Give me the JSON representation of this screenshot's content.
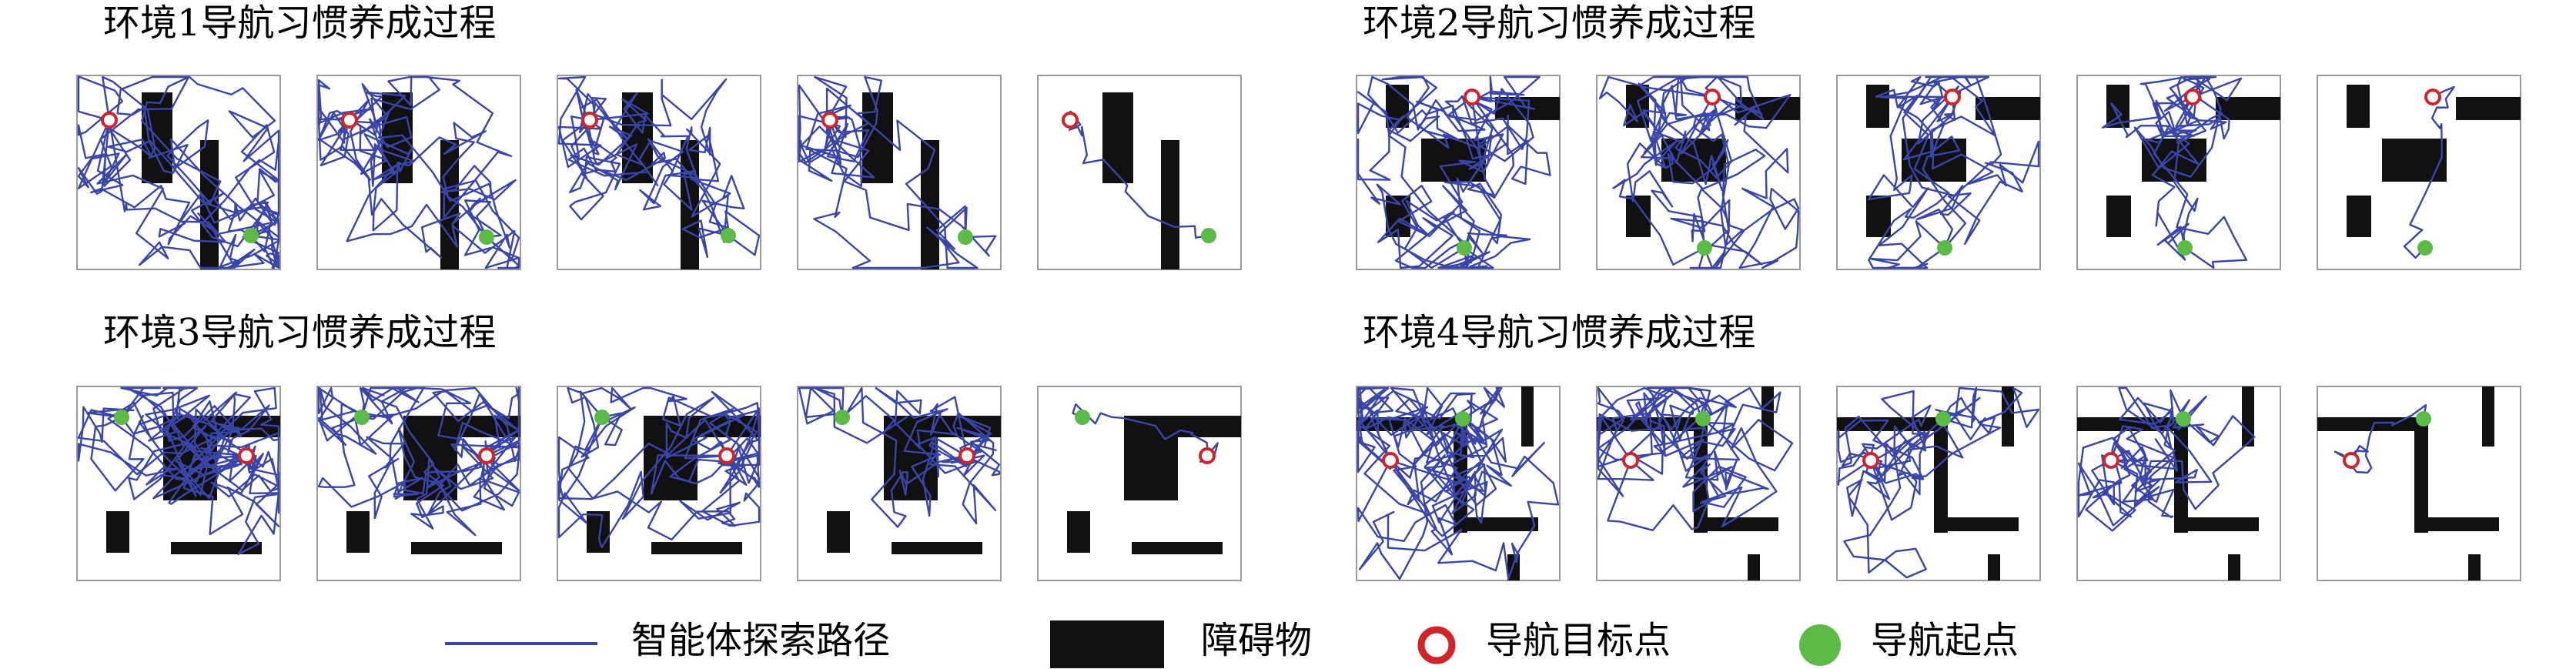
{
  "titles": [
    "环境1导航习惯养成过程",
    "环境2导航习惯养成过程",
    "环境3导航习惯养成过程",
    "环境4导航习惯养成过程"
  ],
  "legend": {
    "path": "智能体探索路径",
    "obstacle": "障碍物",
    "goal": "导航目标点",
    "start": "导航起点"
  },
  "colors": {
    "path": "#3a45a8",
    "obstacle": "#111111",
    "goal": "#d0232a",
    "start": "#5cba47",
    "frame": "#9a9a9a"
  }
}
